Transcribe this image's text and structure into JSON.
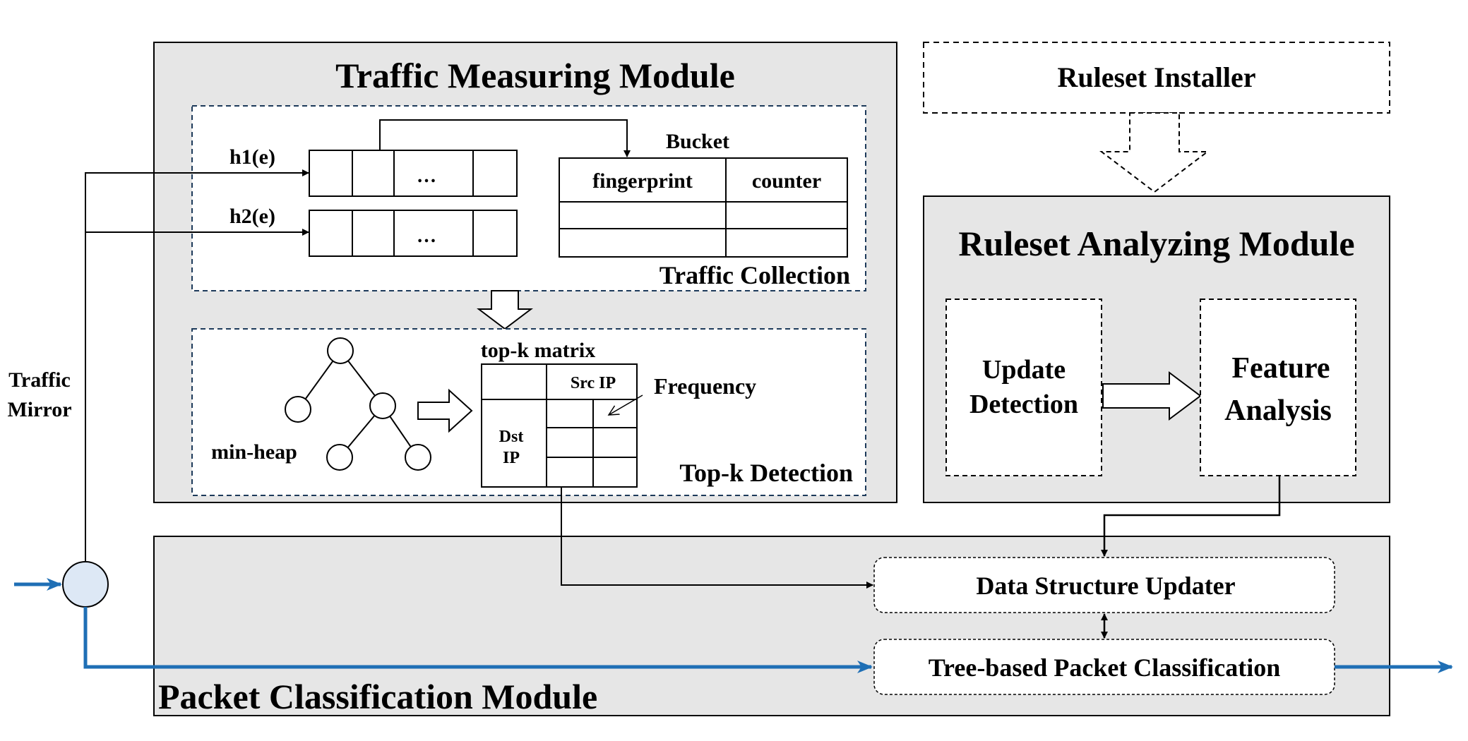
{
  "traffic_measuring": {
    "title": "Traffic Measuring Module",
    "collection": {
      "label": "Traffic Collection",
      "hash1": "h1(e)",
      "hash2": "h2(e)",
      "ellipsis": "…",
      "bucket": {
        "title": "Bucket",
        "col1": "fingerprint",
        "col2": "counter"
      }
    },
    "detection": {
      "label": "Top-k Detection",
      "min_heap": "min-heap",
      "matrix_title": "top-k matrix",
      "src_ip": "Src IP",
      "dst": "Dst",
      "ip": "IP",
      "frequency": "Frequency"
    }
  },
  "ruleset_installer": {
    "label": "Ruleset Installer"
  },
  "ruleset_analyzing": {
    "title": "Ruleset Analyzing Module",
    "update_detection": [
      "Update",
      "Detection"
    ],
    "feature_analysis": [
      "Feature",
      "Analysis"
    ]
  },
  "packet_classification": {
    "title": "Packet Classification Module",
    "updater": "Data Structure Updater",
    "tree": "Tree-based Packet Classification"
  },
  "traffic_mirror": [
    "Traffic",
    "Mirror"
  ],
  "colors": {
    "module_fill": "#e6e6e6",
    "flow_blue": "#1f6fb5",
    "mirror_fill": "#dde8f5",
    "stroke": "#000000"
  }
}
